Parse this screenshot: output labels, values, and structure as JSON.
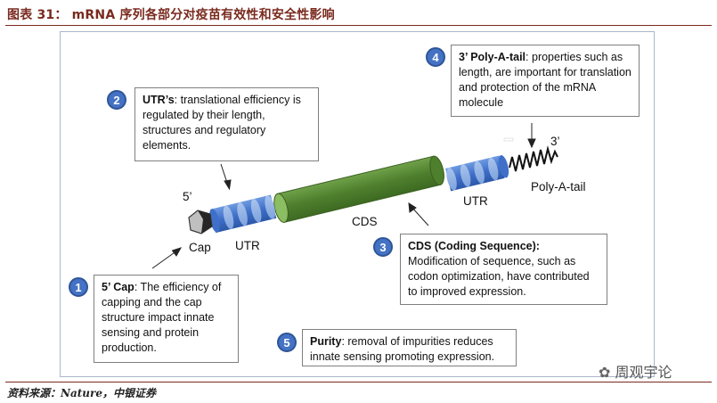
{
  "figure": {
    "title": "图表 31： mRNA 序列各部分对疫苗有效性和安全性影响",
    "source": "资料来源：Nature，中银证券",
    "watermark": "周观宇论"
  },
  "labels": {
    "five_prime": "5’",
    "three_prime": "3’",
    "cap": "Cap",
    "utr_left": "UTR",
    "utr_right": "UTR",
    "cds": "CDS",
    "aaaa": "AAAA",
    "polya": "Poly-A-tail"
  },
  "callouts": [
    {
      "num": "1",
      "title": "5’ Cap",
      "sep": ":",
      "text": " The efficiency of capping and the cap structure impact innate sensing and protein production."
    },
    {
      "num": "2",
      "title": "UTR’s",
      "sep": ":",
      "text": " translational efficiency is regulated by their length, structures and regulatory elements."
    },
    {
      "num": "3",
      "title": "CDS (Coding Sequence):",
      "sep": "",
      "text": " Modification of sequence, such as codon optimization, have contributed to improved expression."
    },
    {
      "num": "4",
      "title": "3’ Poly-A-tail",
      "sep": ":",
      "text": " properties such as length, are important for translation and protection of the mRNA molecule"
    },
    {
      "num": "5",
      "title": "Purity",
      "sep": ":",
      "text": " removal of impurities reduces innate sensing promoting expression."
    }
  ],
  "colors": {
    "badge": "#4472c4",
    "cds": "#548235",
    "utr": "#4472c4",
    "title": "#7a2a1e"
  }
}
